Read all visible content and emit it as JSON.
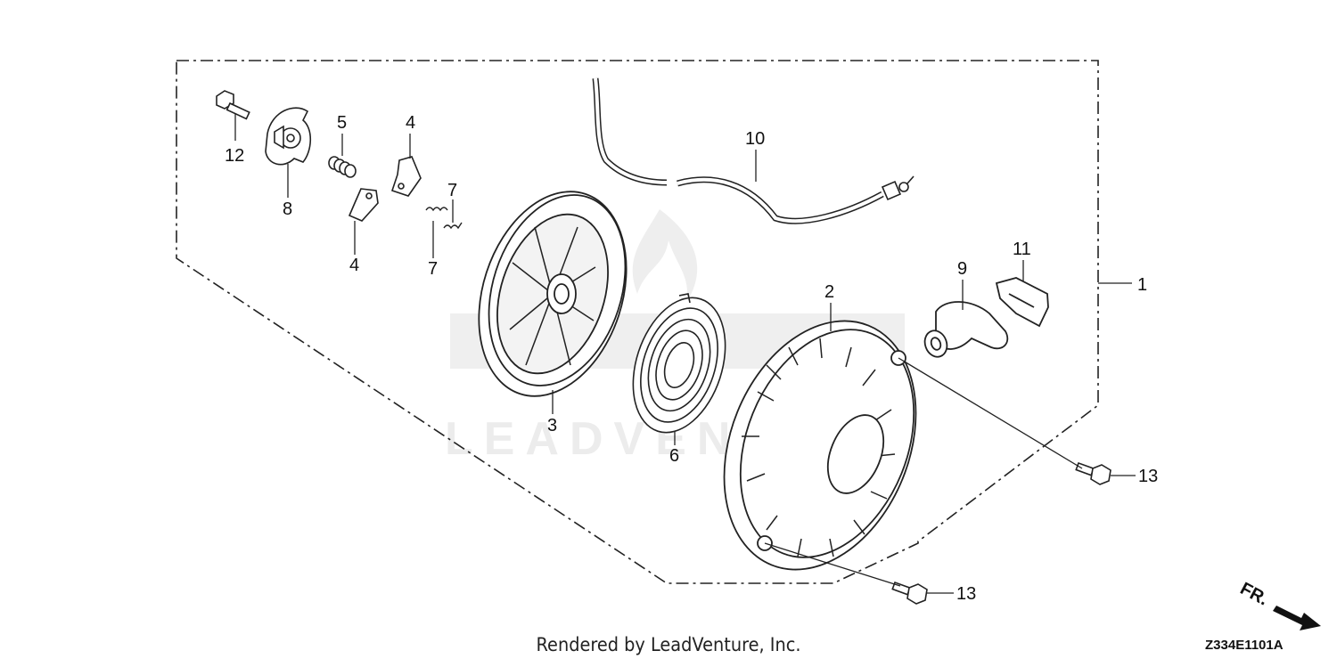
{
  "diagram": {
    "callouts": [
      {
        "id": "c1",
        "text": "1"
      },
      {
        "id": "c2",
        "text": "2"
      },
      {
        "id": "c3",
        "text": "3"
      },
      {
        "id": "c4a",
        "text": "4"
      },
      {
        "id": "c4b",
        "text": "4"
      },
      {
        "id": "c5",
        "text": "5"
      },
      {
        "id": "c6",
        "text": "6"
      },
      {
        "id": "c7a",
        "text": "7"
      },
      {
        "id": "c7b",
        "text": "7"
      },
      {
        "id": "c8",
        "text": "8"
      },
      {
        "id": "c9",
        "text": "9"
      },
      {
        "id": "c10",
        "text": "10"
      },
      {
        "id": "c11",
        "text": "11"
      },
      {
        "id": "c12",
        "text": "12"
      },
      {
        "id": "c13a",
        "text": "13"
      },
      {
        "id": "c13b",
        "text": "13"
      }
    ],
    "direction_marker": "FR.",
    "watermark": "LEADVENTURE"
  },
  "footer": {
    "credit": "Rendered by LeadVenture, Inc.",
    "figure_code": "Z334E1101A"
  }
}
